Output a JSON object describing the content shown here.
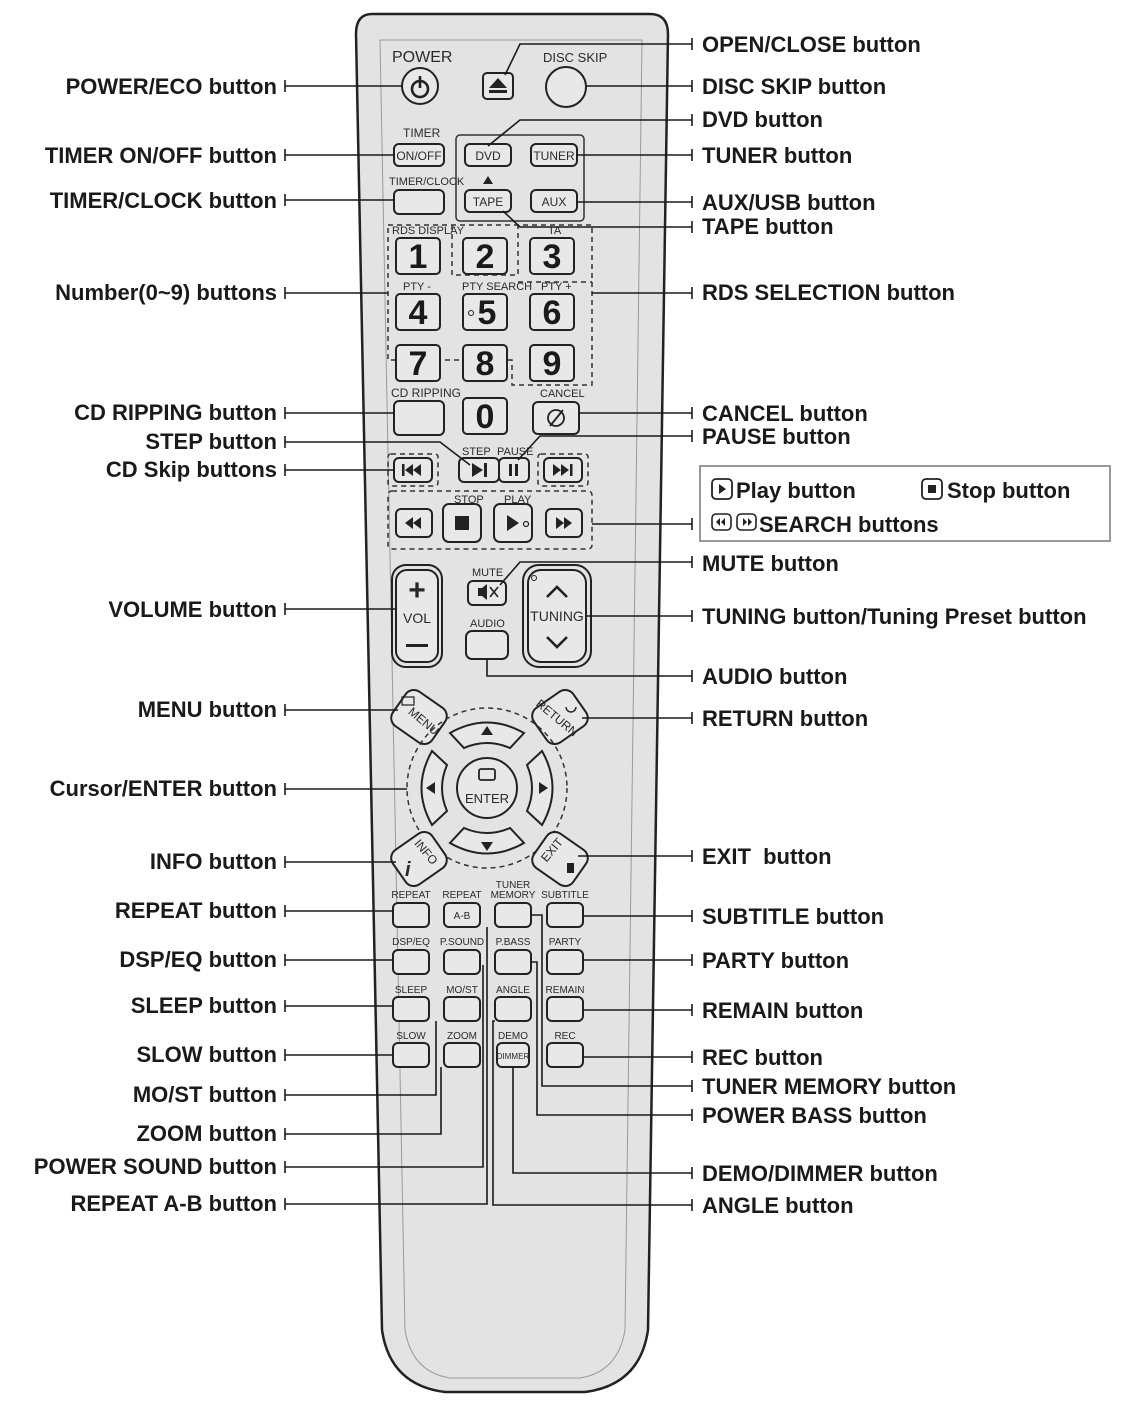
{
  "remote": {
    "power": "POWER",
    "disc_skip": "DISC SKIP",
    "timer": "TIMER",
    "on_off": "ON/OFF",
    "timer_clock": "TIMER/CLOCK",
    "dvd": "DVD",
    "tuner": "TUNER",
    "tape": "TAPE",
    "aux": "AUX",
    "rds_display": "RDS DISPLAY",
    "ta": "TA",
    "pty_minus": "PTY -",
    "pty_search": "PTY SEARCH",
    "pty_plus": "PTY +",
    "digits": [
      "1",
      "2",
      "3",
      "4",
      "5",
      "6",
      "7",
      "8",
      "9",
      "0"
    ],
    "cd_ripping": "CD RIPPING",
    "cancel": "CANCEL",
    "step": "STEP",
    "pause": "PAUSE",
    "stop": "STOP",
    "play": "PLAY",
    "mute": "MUTE",
    "vol": "VOL",
    "tuning": "TUNING",
    "audio": "AUDIO",
    "menu": "MENU",
    "return": "RETURN",
    "enter": "ENTER",
    "info": "INFO",
    "exit": "EXIT",
    "repeat": "REPEAT",
    "repeat2": "REPEAT",
    "a_b": "A-B",
    "tuner_memory_line1": "TUNER",
    "tuner_memory_line2": "MEMORY",
    "subtitle": "SUBTITLE",
    "dsp_eq": "DSP/EQ",
    "p_sound": "P.SOUND",
    "p_bass": "P.BASS",
    "party": "PARTY",
    "sleep": "SLEEP",
    "mo_st": "MO/ST",
    "angle": "ANGLE",
    "remain": "REMAIN",
    "slow": "SLOW",
    "zoom": "ZOOM",
    "demo": "DEMO",
    "dimmer": "DIMMER",
    "rec": "REC"
  },
  "left_callouts": [
    "POWER/ECO button",
    "TIMER ON/OFF button",
    "TIMER/CLOCK button",
    "Number(0~9) buttons",
    "CD RIPPING button",
    "STEP button",
    "CD Skip buttons",
    "VOLUME button",
    "MENU button",
    "Cursor/ENTER button",
    "INFO button",
    "REPEAT button",
    "DSP/EQ button",
    "SLEEP button",
    "SLOW button",
    "MO/ST button",
    "ZOOM button",
    "POWER SOUND button",
    "REPEAT A-B button"
  ],
  "right_callouts": [
    "OPEN/CLOSE button",
    "DISC SKIP button",
    "DVD button",
    "TUNER button",
    "AUX/USB button",
    "TAPE button",
    "RDS SELECTION button",
    "CANCEL button",
    "PAUSE button",
    "SEARCH buttons",
    "MUTE button",
    "TUNING button/Tuning Preset button",
    "AUDIO button",
    "RETURN button",
    "EXIT  button",
    "SUBTITLE button",
    "PARTY button",
    "REMAIN button",
    "REC button",
    "TUNER MEMORY button",
    "POWER BASS button",
    "DEMO/DIMMER button",
    "ANGLE button"
  ],
  "legend": {
    "play": "Play button",
    "stop": "Stop button"
  }
}
